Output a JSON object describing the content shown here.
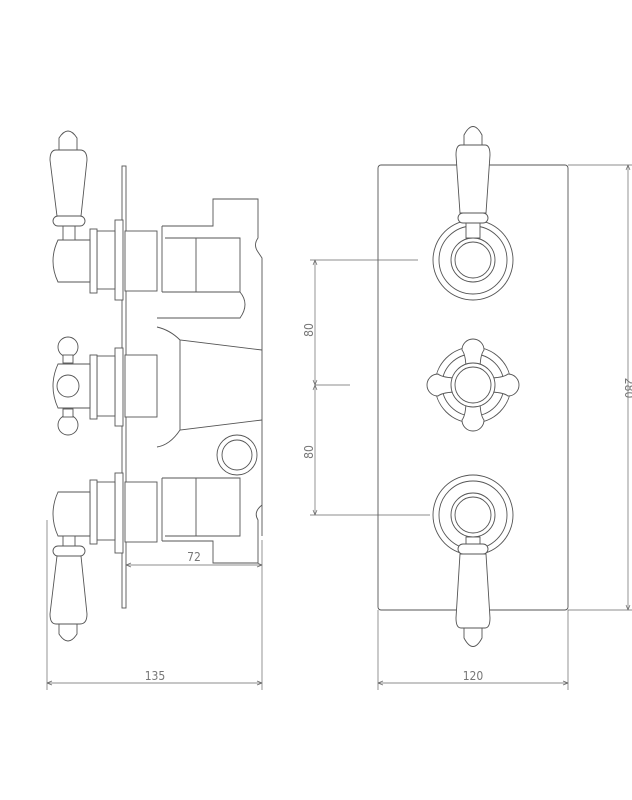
{
  "drawing": {
    "side_view": {
      "depth_total_label": "135",
      "depth_body_label": "72"
    },
    "front_view": {
      "width_label": "120",
      "height_label": "280",
      "spacing_upper_label": "80",
      "spacing_lower_label": "80"
    },
    "colors": {
      "line": "#555555",
      "background": "#ffffff"
    }
  }
}
